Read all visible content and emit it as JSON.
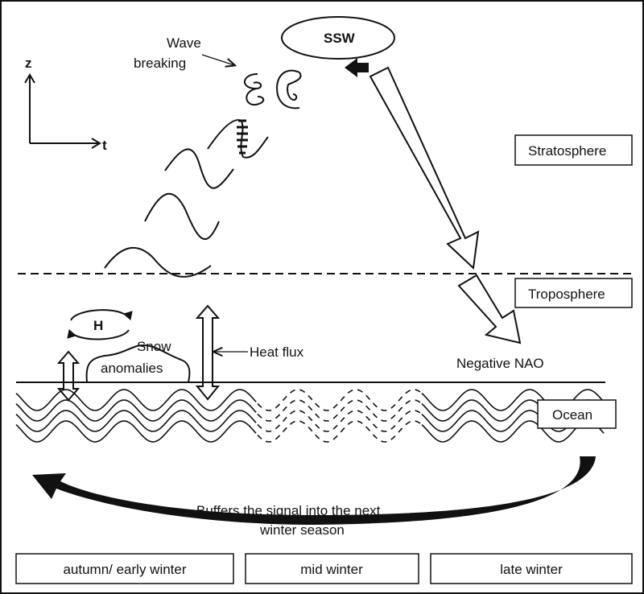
{
  "axes": {
    "z_label": "z",
    "t_label": "t"
  },
  "wave_breaking": {
    "line1": "Wave",
    "line2": "breaking"
  },
  "ssw": {
    "label": "SSW"
  },
  "layers": {
    "stratosphere": "Stratosphere",
    "troposphere": "Troposphere",
    "ocean": "Ocean"
  },
  "high_pressure": {
    "label": "H"
  },
  "snow": {
    "line1": "Snow",
    "line2": "anomalies"
  },
  "heat_flux": {
    "label": "Heat flux"
  },
  "nao": {
    "label": "Negative NAO"
  },
  "buffer": {
    "line1": "Buffers the signal into the next",
    "line2": "winter season"
  },
  "seasons": [
    "autumn/ early winter",
    "mid winter",
    "late winter"
  ],
  "colors": {
    "ink": "#111111",
    "background": "#ffffff"
  }
}
